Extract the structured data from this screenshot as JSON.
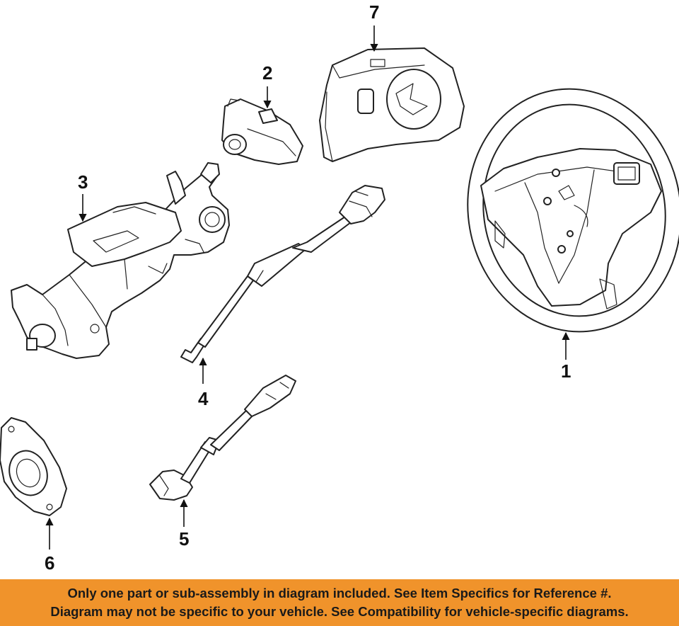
{
  "callouts": [
    {
      "id": "1",
      "label": "1"
    },
    {
      "id": "2",
      "label": "2"
    },
    {
      "id": "3",
      "label": "3"
    },
    {
      "id": "4",
      "label": "4"
    },
    {
      "id": "5",
      "label": "5"
    },
    {
      "id": "6",
      "label": "6"
    },
    {
      "id": "7",
      "label": "7"
    }
  ],
  "banner": {
    "line1": "Only one part or sub-assembly in diagram included. See Item Specifics for Reference #.",
    "line2": "Diagram may not be specific to your vehicle. See Compatibility for vehicle-specific diagrams."
  },
  "colors": {
    "banner_bg": "#f0932b",
    "line": "#222222"
  }
}
